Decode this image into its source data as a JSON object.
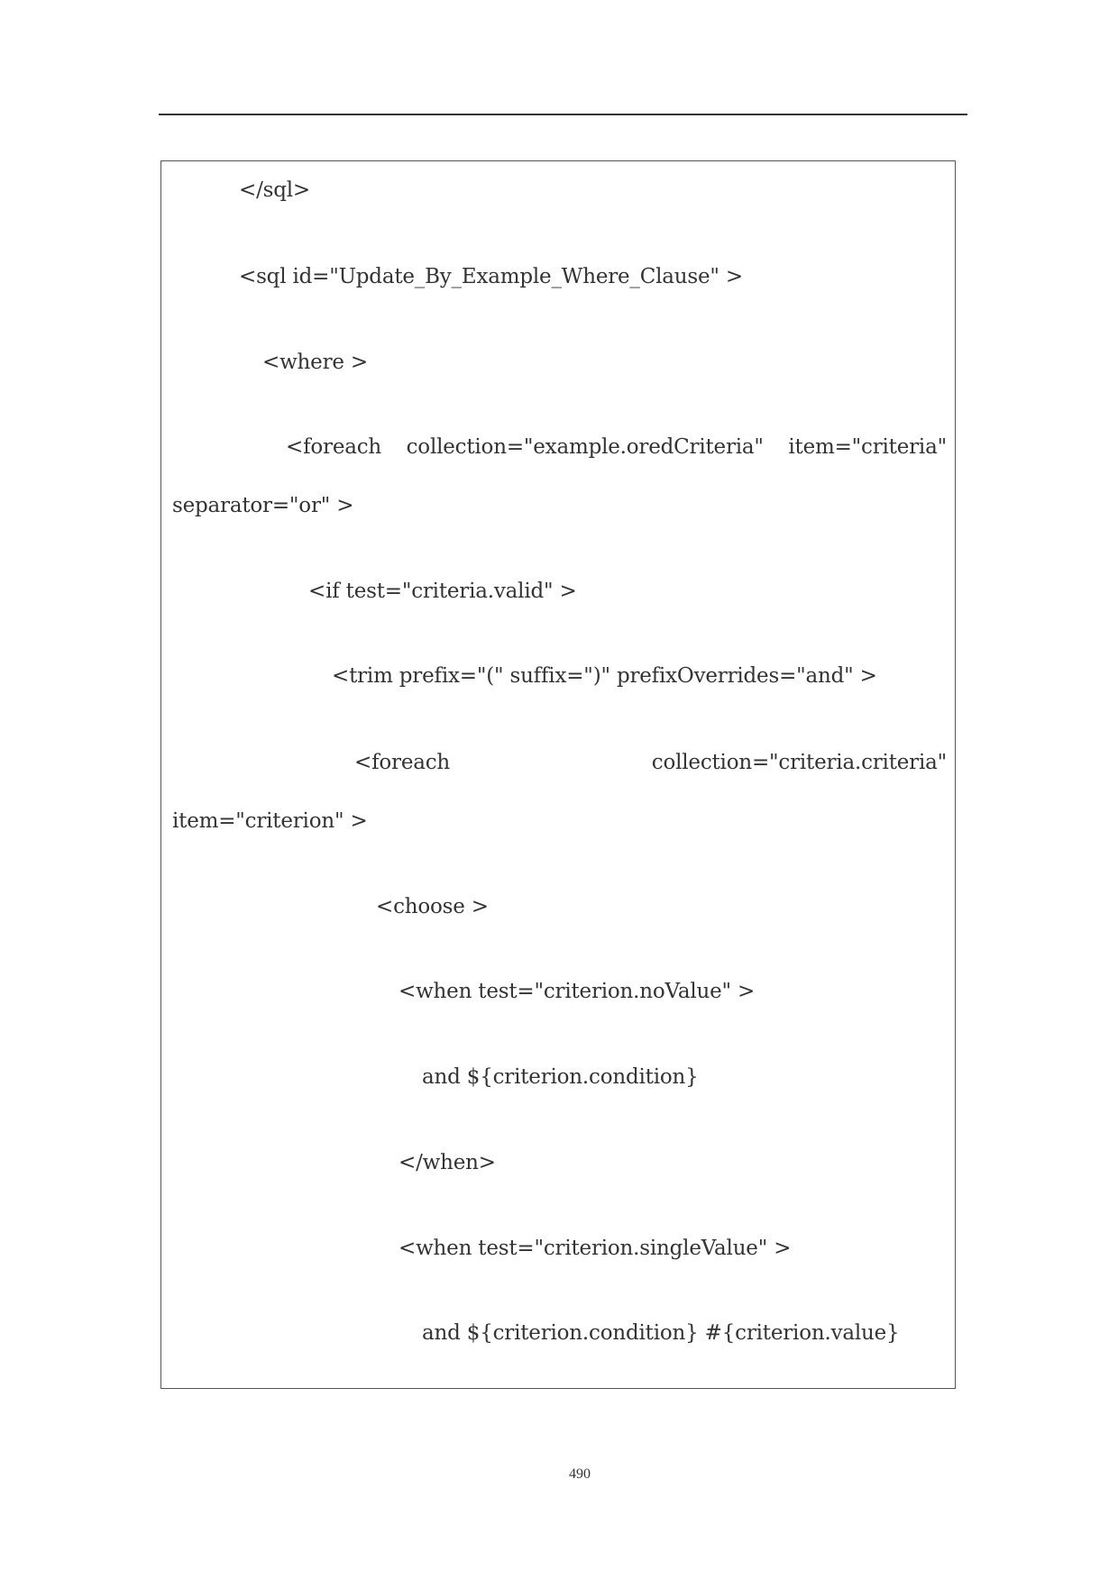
{
  "code_lines": [
    "</sql>",
    "<sql id=\"Update_By_Example_Where_Clause\" >",
    "<where >",
    [
      "<foreach",
      "collection=\"example.oredCriteria\"",
      "item=\"criteria\""
    ],
    "separator=\"or\" >",
    "<if test=\"criteria.valid\" >",
    "<trim prefix=\"(\" suffix=\")\" prefixOverrides=\"and\" >",
    [
      "<foreach",
      "collection=\"criteria.criteria\""
    ],
    "item=\"criterion\" >",
    "<choose >",
    "<when test=\"criterion.noValue\" >",
    "and ${criterion.condition}",
    "</when>",
    "<when test=\"criterion.singleValue\" >",
    "and ${criterion.condition} #{criterion.value}"
  ],
  "page_number": "490"
}
